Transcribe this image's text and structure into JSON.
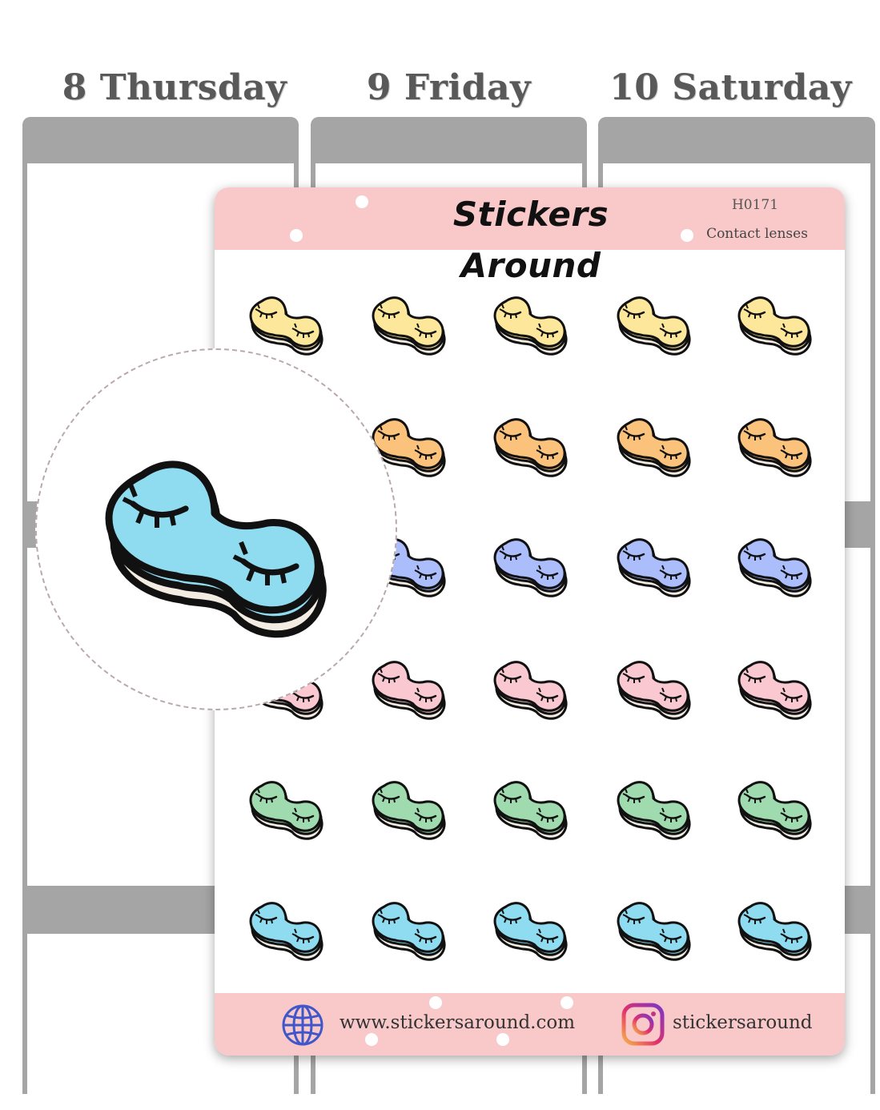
{
  "days": [
    {
      "label": "8 Thursday"
    },
    {
      "label": "9 Friday"
    },
    {
      "label": "10 Saturday"
    }
  ],
  "sheet": {
    "brand": "Stickers Around",
    "code": "H0171",
    "product": "Contact lenses",
    "website": "www.stickersaround.com",
    "instagram": "stickersaround",
    "header_color": "#f9c9ca"
  },
  "icons": {
    "web": "globe-icon",
    "social": "instagram-icon",
    "sticker": "contact-lens-case-icon"
  },
  "sticker_rows": [
    {
      "color": "#fde79a",
      "count": 5
    },
    {
      "color": "#fbc27c",
      "count": 5
    },
    {
      "color": "#abbdfb",
      "count": 5
    },
    {
      "color": "#f9c8d0",
      "count": 5
    },
    {
      "color": "#9fdbae",
      "count": 5
    },
    {
      "color": "#8fdcf0",
      "count": 5
    }
  ],
  "zoom_sticker": {
    "color": "#8fdcf0"
  },
  "colors": {
    "planner_gray": "#a5a5a5",
    "case_base": "#f3ece2",
    "outline": "#111111"
  }
}
